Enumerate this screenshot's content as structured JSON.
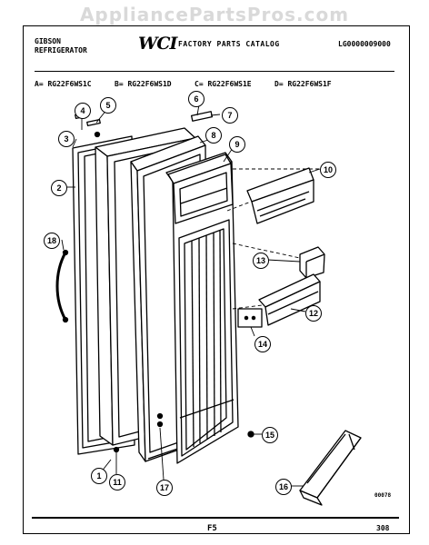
{
  "watermark": "AppliancePartsPros.com",
  "header": {
    "brand_line1": "GIBSON",
    "brand_line2": "REFRIGERATOR",
    "logo": "WCI",
    "catalog_title": "FACTORY PARTS CATALOG",
    "catalog_number": "LG0000009000"
  },
  "models": [
    "A= RG22F6WS1C",
    "B= RG22F6WS1D",
    "C= RG22F6WS1E",
    "D= RG22F6WS1F"
  ],
  "callouts": [
    "1",
    "2",
    "3",
    "4",
    "5",
    "6",
    "7",
    "8",
    "9",
    "10",
    "11",
    "12",
    "13",
    "14",
    "15",
    "16",
    "17",
    "18"
  ],
  "footer": {
    "section": "F5",
    "page": "308",
    "drawing_code": "00078"
  }
}
